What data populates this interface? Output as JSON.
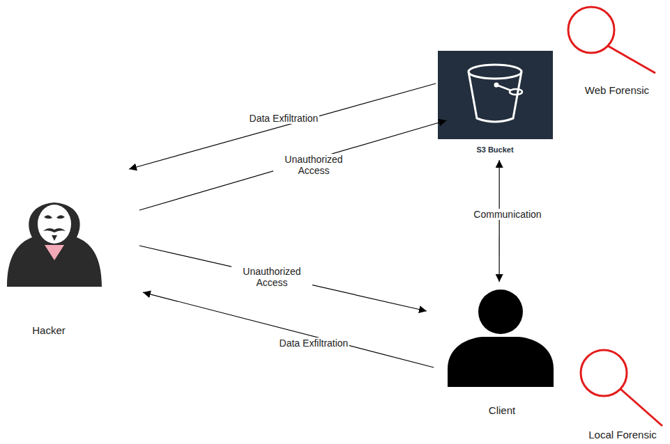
{
  "diagram": {
    "nodes": [
      {
        "text": [
          "Hacker"
        ]
      },
      {
        "text": [
          "S3 Bucket"
        ]
      },
      {
        "text": [
          "Client"
        ]
      }
    ],
    "edges": [
      {
        "from": 1,
        "to": 0,
        "label": "Data Exfiltration",
        "arrow": "to"
      },
      {
        "from": 0,
        "to": 1,
        "label": "Unauthorized Access",
        "arrow": "to"
      },
      {
        "from": 1,
        "to": 2,
        "label": "Communication",
        "arrow": "both"
      },
      {
        "from": 0,
        "to": 2,
        "label": "Unauthorized Access",
        "arrow": "to"
      },
      {
        "from": 2,
        "to": 0,
        "label": "Data Exfiltration",
        "arrow": "to"
      }
    ],
    "labels": [
      "Web Forensic",
      "Local Forensic"
    ]
  }
}
